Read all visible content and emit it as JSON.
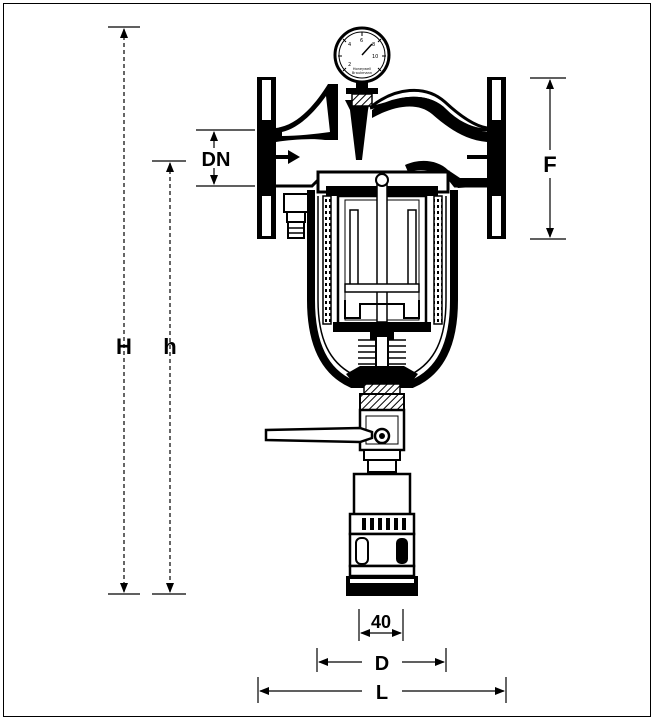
{
  "diagram": {
    "gauge": {
      "scale": [
        "2",
        "4",
        "6",
        "8",
        "10"
      ],
      "brand_line1": "Honeywell",
      "brand_line2": "Braukmann"
    },
    "dimensions": {
      "H": "H",
      "h": "h",
      "DN": "DN",
      "F": "F",
      "outlet": "40",
      "D": "D",
      "L": "L"
    }
  }
}
